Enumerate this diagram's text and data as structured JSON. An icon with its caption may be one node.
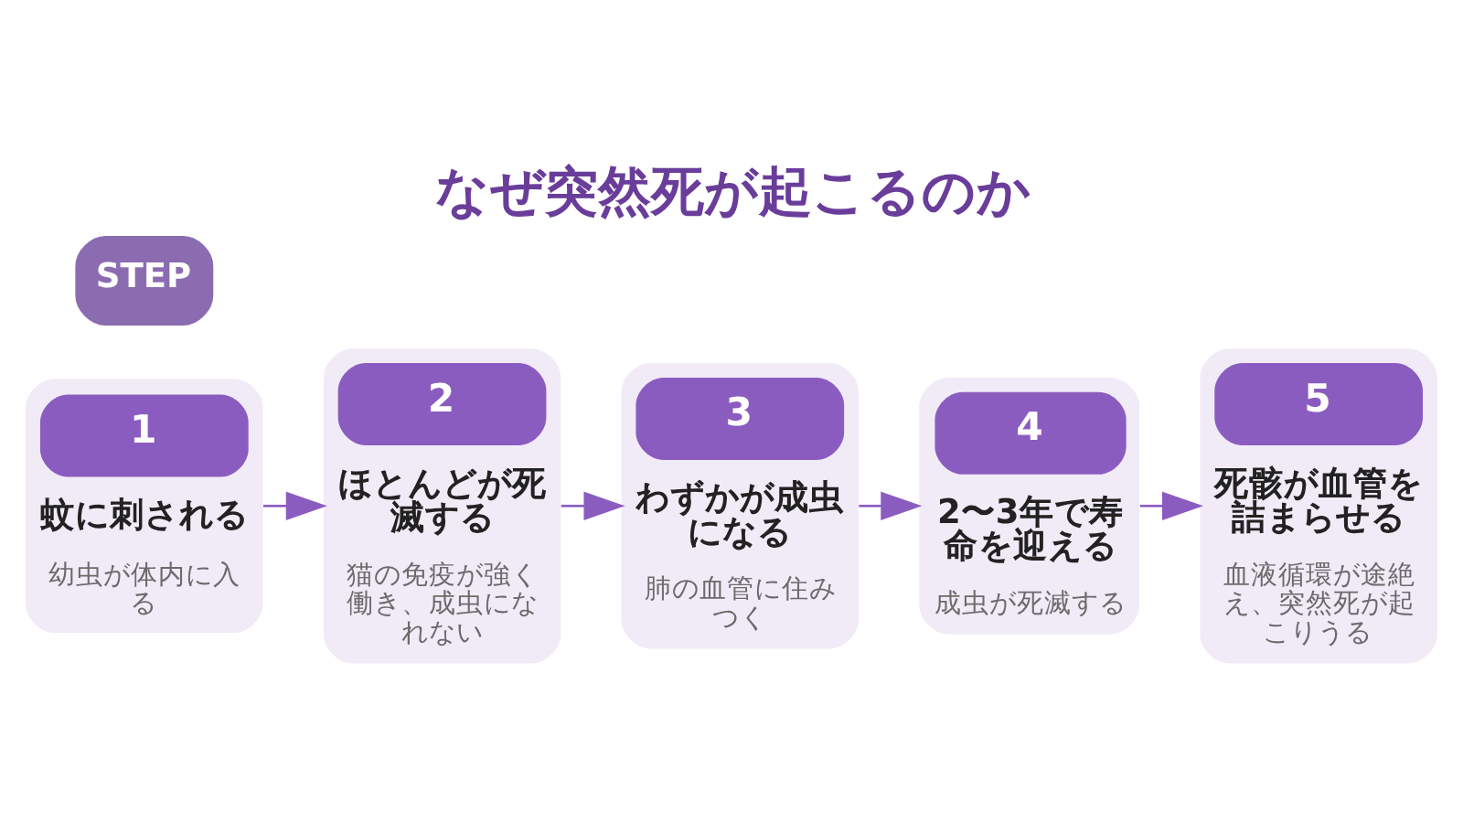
{
  "diagram": {
    "title": "なぜ突然死が起こるのか",
    "nodes": [
      {
        "text": [
          "1",
          "蚊に刺される",
          "幼虫が体内に入る"
        ]
      },
      {
        "text": [
          "2",
          "ほとんどが死滅する",
          "猫の免疫が強く働き、成虫になれない"
        ]
      },
      {
        "text": [
          "3",
          "わずかが成虫になる",
          "肺の血管に住みつく"
        ]
      },
      {
        "text": [
          "4",
          "2〜3年で寿命を迎える",
          "成虫が死滅する"
        ]
      },
      {
        "text": [
          "5",
          "死骸が血管を詰まらせる",
          "血液循環が途絶え、突然死が起こりうる"
        ]
      }
    ],
    "edges": [
      {
        "from": 0,
        "to": 1,
        "arrow": "to"
      },
      {
        "from": 1,
        "to": 2,
        "arrow": "to"
      },
      {
        "from": 2,
        "to": 3,
        "arrow": "to"
      },
      {
        "from": 3,
        "to": 4,
        "arrow": "to"
      }
    ],
    "labels": [
      "STEP"
    ]
  }
}
